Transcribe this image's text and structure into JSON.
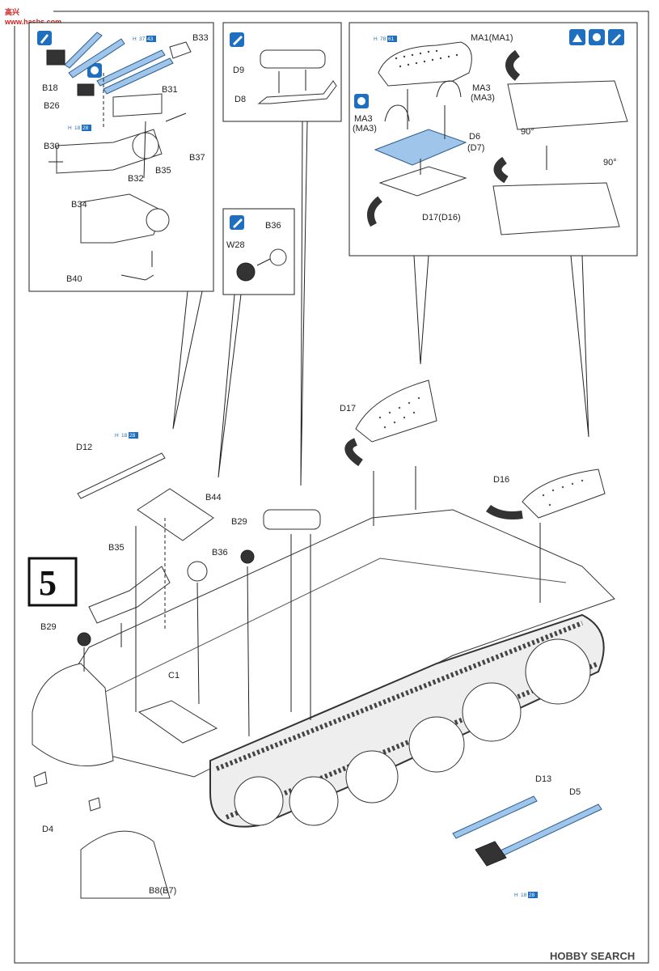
{
  "page": {
    "step_number": "5",
    "watermark_text": "HOBBY SEARCH",
    "site_logo_text": "www.hasbs.com"
  },
  "color_refs": [
    {
      "code": "H",
      "num_a": "37",
      "num_b": "43"
    },
    {
      "code": "H",
      "num_a": "18",
      "num_b": "28"
    },
    {
      "code": "H",
      "num_a": "78",
      "num_b": "61"
    },
    {
      "code": "H",
      "num_a": "18",
      "num_b": "28"
    },
    {
      "code": "H",
      "num_a": "18",
      "num_b": "28"
    }
  ],
  "inset_gun": {
    "labels": [
      "B33",
      "B18",
      "B31",
      "B26",
      "B30",
      "B32",
      "B35",
      "B37",
      "B34",
      "B40"
    ]
  },
  "inset_d9": {
    "labels": [
      "D9",
      "D8"
    ]
  },
  "inset_w28": {
    "labels": [
      "B36",
      "W28"
    ]
  },
  "inset_muffler": {
    "labels": [
      "MA1(MA1)",
      "MA3",
      "(MA3)",
      "MA3",
      "(MA3)",
      "D6",
      "(D7)",
      "D17(D16)",
      "90°",
      "90°"
    ]
  },
  "main": {
    "labels": [
      "D12",
      "B44",
      "B29",
      "B36",
      "B35",
      "B29",
      "C1",
      "D4",
      "B8(B7)",
      "D17",
      "D16",
      "D13",
      "D5"
    ]
  },
  "icons": [
    "paint-brush-icon",
    "glue-icon",
    "cement-tube-icon",
    "flip-over-icon"
  ],
  "colors": {
    "accent": "#1f6fc0",
    "line": "#222222",
    "blue_part": "#9fc6ea"
  }
}
